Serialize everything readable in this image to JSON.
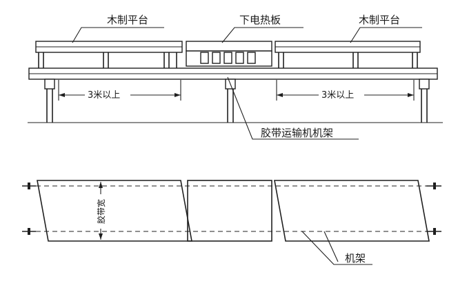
{
  "elevation": {
    "left_platform_label": "木制平台",
    "heater_label": "下电热板",
    "right_platform_label": "木制平台",
    "left_distance": "3米以上",
    "right_distance": "3米以上",
    "frame_label": "胶带运输机机架"
  },
  "plan": {
    "belt_width_label": "胶带宽",
    "frame_label": "机架"
  }
}
